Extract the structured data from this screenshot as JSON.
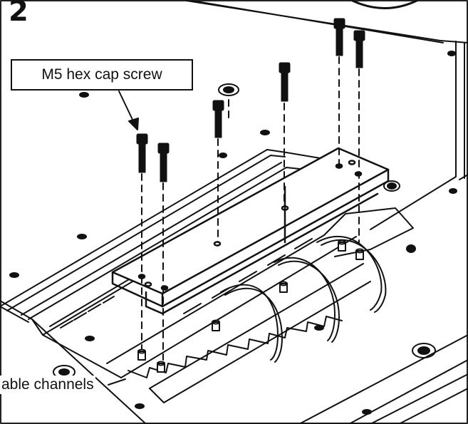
{
  "step": {
    "number": "2"
  },
  "callouts": {
    "screw_label": "M5 hex cap screw",
    "channel_label": "able channels"
  },
  "colors": {
    "ink": "#111111",
    "paper": "#ffffff"
  }
}
